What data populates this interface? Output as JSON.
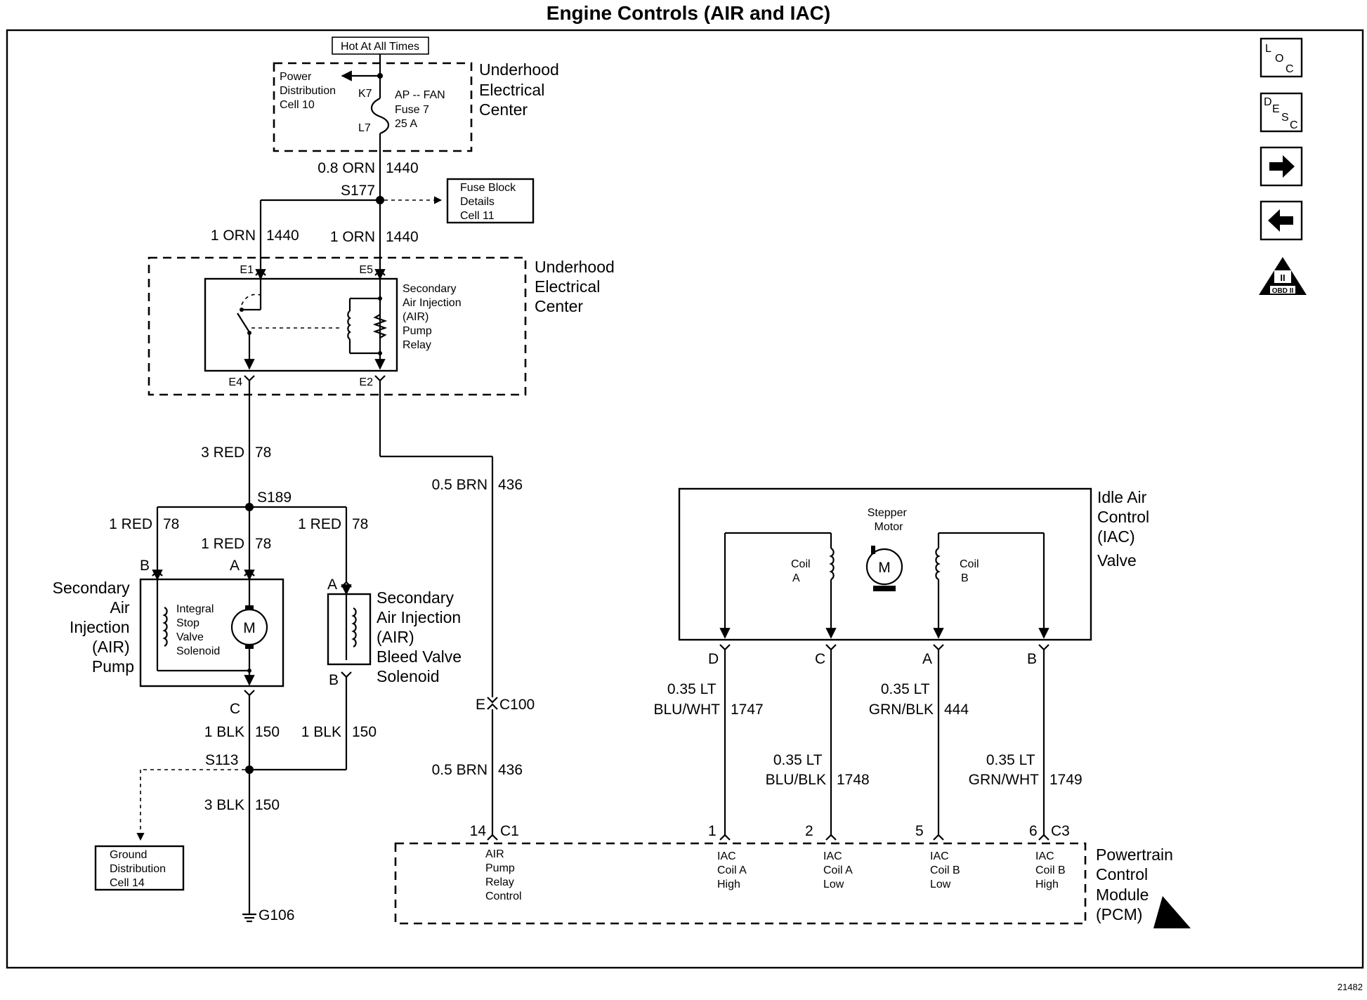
{
  "title": "Engine Controls (AIR and IAC)",
  "figure_number": "21482",
  "hot_at_all_times": "Hot At All Times",
  "underhood_center_top": [
    "Underhood",
    "Electrical",
    "Center"
  ],
  "power_distribution": [
    "Power",
    "Distribution",
    "Cell 10"
  ],
  "fuse": {
    "top_pin": "K7",
    "bottom_pin": "L7",
    "label": [
      "AP -- FAN",
      "Fuse 7",
      "25 A"
    ]
  },
  "wire_1440_a": {
    "gauge_color": "0.8 ORN",
    "circuit": "1440"
  },
  "splice_s177": "S177",
  "fuse_block_details": [
    "Fuse Block",
    "Details",
    "Cell 11"
  ],
  "wire_1440_b": {
    "gauge_color": "1 ORN",
    "circuit": "1440"
  },
  "wire_1440_c": {
    "gauge_color": "1 ORN",
    "circuit": "1440"
  },
  "underhood_center_relay": [
    "Underhood",
    "Electrical",
    "Center"
  ],
  "relay_pins": {
    "e1": "E1",
    "e5": "E5",
    "e4": "E4",
    "e2": "E2"
  },
  "relay_label": [
    "Secondary",
    "Air Injection",
    "(AIR)",
    "Pump",
    "Relay"
  ],
  "wire_78_main": {
    "gauge_color": "3 RED",
    "circuit": "78"
  },
  "splice_s189": "S189",
  "wire_78_left": {
    "gauge_color": "1 RED",
    "circuit": "78"
  },
  "wire_78_mid": {
    "gauge_color": "1 RED",
    "circuit": "78"
  },
  "wire_78_right": {
    "gauge_color": "1 RED",
    "circuit": "78"
  },
  "air_pump": {
    "pins": {
      "b": "B",
      "a": "A",
      "c": "C"
    },
    "name": [
      "Secondary",
      "Air",
      "Injection",
      "(AIR)",
      "Pump"
    ],
    "inner": [
      "Integral",
      "Stop",
      "Valve",
      "Solenoid"
    ],
    "motor": "M"
  },
  "bleed_valve": {
    "pins": {
      "a": "A",
      "b": "B"
    },
    "name": [
      "Secondary",
      "Air Injection",
      "(AIR)",
      "Bleed Valve",
      "Solenoid"
    ]
  },
  "wire_150_left": {
    "gauge_color": "1 BLK",
    "circuit": "150"
  },
  "wire_150_right": {
    "gauge_color": "1 BLK",
    "circuit": "150"
  },
  "splice_s113": "S113",
  "wire_150_main": {
    "gauge_color": "3 BLK",
    "circuit": "150"
  },
  "ground_distribution": [
    "Ground",
    "Distribution",
    "Cell 14"
  ],
  "ground_g106": "G106",
  "wire_436_upper": {
    "gauge_color": "0.5 BRN",
    "circuit": "436"
  },
  "connector_c100": {
    "pin": "E",
    "name": "C100"
  },
  "wire_436_lower": {
    "gauge_color": "0.5 BRN",
    "circuit": "436"
  },
  "iac_valve": {
    "name": [
      "Idle Air",
      "Control",
      "(IAC)",
      "Valve"
    ],
    "stepper": [
      "Stepper",
      "Motor"
    ],
    "motor": "M",
    "coil_a": [
      "Coil",
      "A"
    ],
    "coil_b": [
      "Coil",
      "B"
    ],
    "pins": {
      "d": "D",
      "c": "C",
      "a": "A",
      "b": "B"
    }
  },
  "wire_1747": {
    "gauge_color": [
      "0.35 LT",
      "BLU/WHT"
    ],
    "circuit": "1747"
  },
  "wire_1748": {
    "gauge_color": [
      "0.35 LT",
      "BLU/BLK"
    ],
    "circuit": "1748"
  },
  "wire_444": {
    "gauge_color": [
      "0.35 LT",
      "GRN/BLK"
    ],
    "circuit": "444"
  },
  "wire_1749": {
    "gauge_color": [
      "0.35 LT",
      "GRN/WHT"
    ],
    "circuit": "1749"
  },
  "pcm": {
    "name": [
      "Powertrain",
      "Control",
      "Module",
      "(PCM)"
    ],
    "c1_pin": "14",
    "c1": "C1",
    "c3": "C3",
    "pins": {
      "p1": "1",
      "p2": "2",
      "p5": "5",
      "p6": "6"
    },
    "air_label": [
      "AIR",
      "Pump",
      "Relay",
      "Control"
    ],
    "iac1": [
      "IAC",
      "Coil A",
      "High"
    ],
    "iac2": [
      "IAC",
      "Coil A",
      "Low"
    ],
    "iac5": [
      "IAC",
      "Coil B",
      "Low"
    ],
    "iac6": [
      "IAC",
      "Coil B",
      "High"
    ]
  },
  "nav": {
    "loc": [
      "L",
      "O",
      "C"
    ],
    "desc": [
      "D",
      "E",
      "S",
      "C"
    ],
    "obd": [
      "II",
      "OBD II"
    ]
  }
}
